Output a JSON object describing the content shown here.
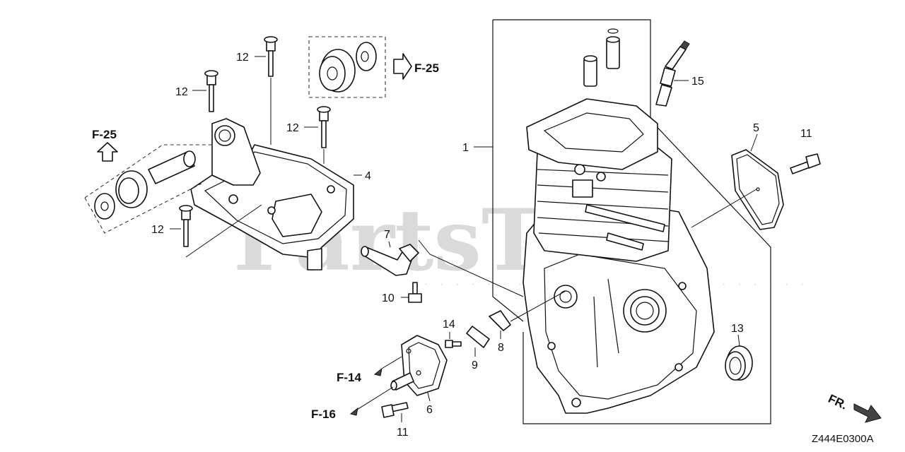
{
  "diagram": {
    "watermark": "PartsTree",
    "drawing_code": "Z444E0300A",
    "front_marker": "FR.",
    "callouts": [
      {
        "id": "c1",
        "text": "1"
      },
      {
        "id": "c4",
        "text": "4"
      },
      {
        "id": "c5",
        "text": "5"
      },
      {
        "id": "c6",
        "text": "6"
      },
      {
        "id": "c7",
        "text": "7"
      },
      {
        "id": "c8",
        "text": "8"
      },
      {
        "id": "c9",
        "text": "9"
      },
      {
        "id": "c10",
        "text": "10"
      },
      {
        "id": "c11a",
        "text": "11"
      },
      {
        "id": "c11b",
        "text": "11"
      },
      {
        "id": "c12a",
        "text": "12"
      },
      {
        "id": "c12b",
        "text": "12"
      },
      {
        "id": "c12c",
        "text": "12"
      },
      {
        "id": "c12d",
        "text": "12"
      },
      {
        "id": "c13",
        "text": "13"
      },
      {
        "id": "c14",
        "text": "14"
      },
      {
        "id": "c15",
        "text": "15"
      }
    ],
    "section_refs": [
      {
        "id": "r1",
        "text": "F-25"
      },
      {
        "id": "r2",
        "text": "F-25"
      },
      {
        "id": "r3",
        "text": "F-14"
      },
      {
        "id": "r4",
        "text": "F-16"
      }
    ]
  }
}
